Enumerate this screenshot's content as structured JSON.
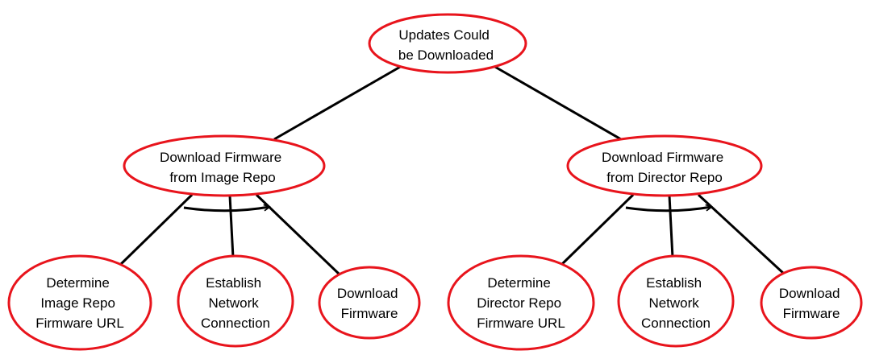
{
  "colors": {
    "node_border": "#e8141c",
    "edge": "#000000",
    "background": "#ffffff"
  },
  "nodes": {
    "root": {
      "lines": [
        "Updates Could",
        "be Downloaded"
      ]
    },
    "image_repo": {
      "lines": [
        "Download Firmware",
        "from Image Repo"
      ]
    },
    "director_repo": {
      "lines": [
        "Download Firmware",
        "from Director Repo"
      ]
    },
    "image_url": {
      "lines": [
        "Determine",
        "Image Repo",
        "Firmware URL"
      ]
    },
    "image_network": {
      "lines": [
        "Establish",
        "Network",
        "Connection"
      ]
    },
    "image_download": {
      "lines": [
        "Download",
        "Firmware"
      ]
    },
    "director_url": {
      "lines": [
        "Determine",
        "Director Repo",
        "Firmware URL"
      ]
    },
    "director_network": {
      "lines": [
        "Establish",
        "Network",
        "Connection"
      ]
    },
    "director_download": {
      "lines": [
        "Download",
        "Firmware"
      ]
    }
  }
}
